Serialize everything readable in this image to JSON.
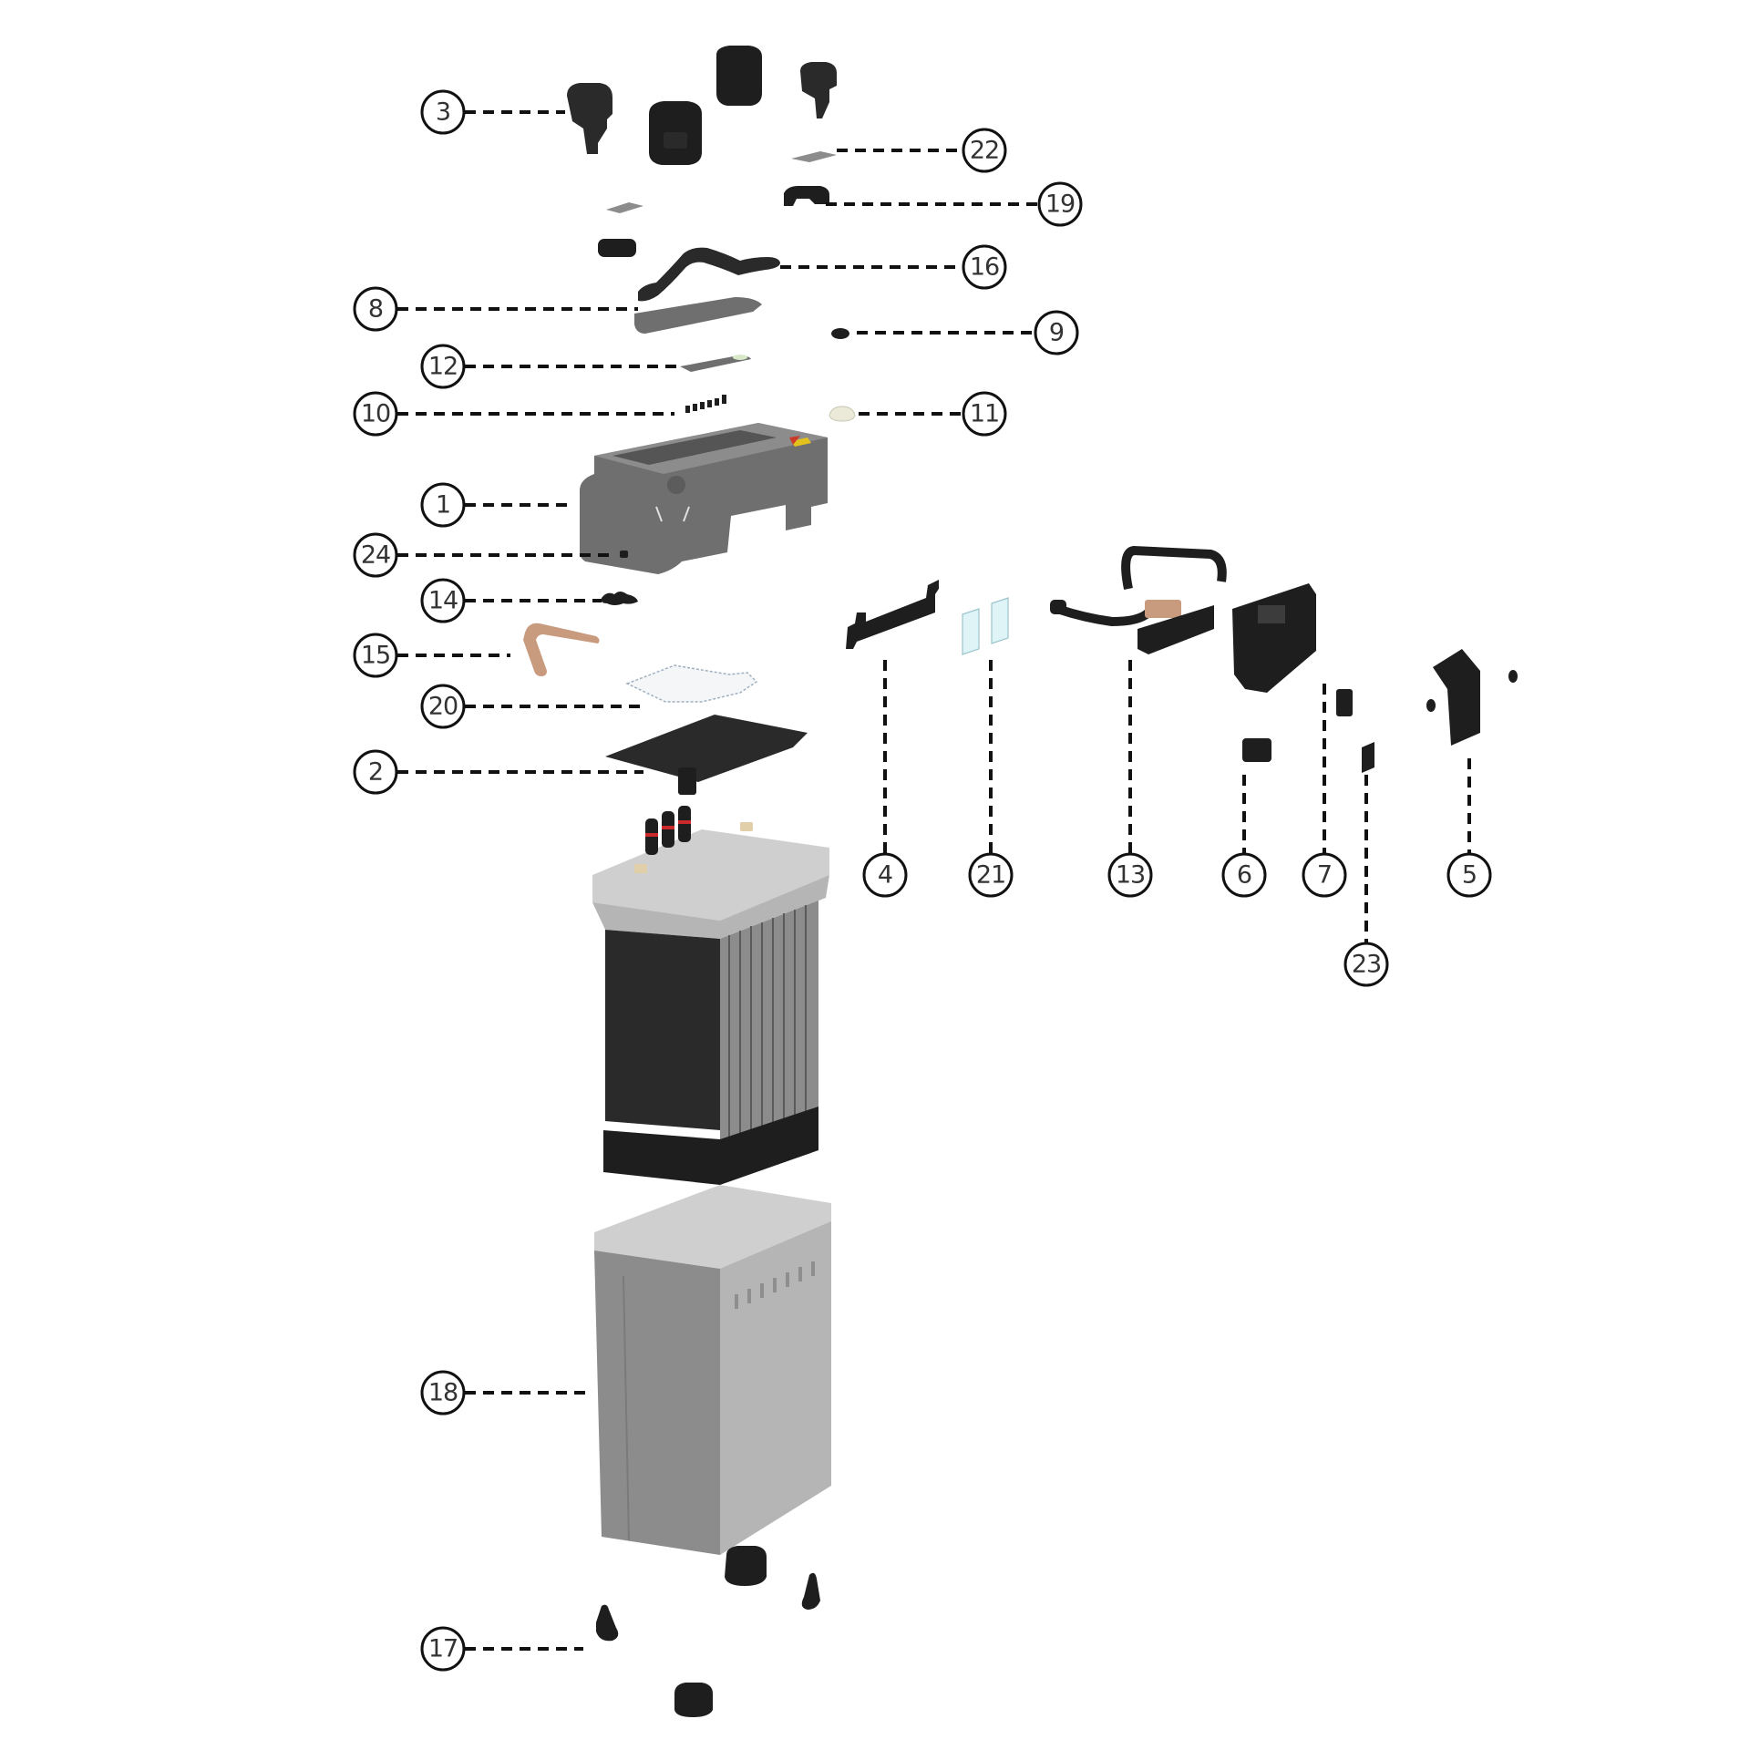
{
  "diagram": {
    "type": "exploded-view",
    "subject": "battery assembly",
    "callouts": [
      {
        "id": "1",
        "label": "1",
        "part": "top cover / lid housing"
      },
      {
        "id": "2",
        "label": "2",
        "part": "circuit board plate"
      },
      {
        "id": "3",
        "label": "3",
        "part": "top corner caps"
      },
      {
        "id": "4",
        "label": "4",
        "part": "connector bracket"
      },
      {
        "id": "5",
        "label": "5",
        "part": "terminal cover"
      },
      {
        "id": "6",
        "label": "6",
        "part": "small clip"
      },
      {
        "id": "7",
        "label": "7",
        "part": "terminal housing"
      },
      {
        "id": "8",
        "label": "8",
        "part": "handle base plate"
      },
      {
        "id": "9",
        "label": "9",
        "part": "plug / grommet"
      },
      {
        "id": "10",
        "label": "10",
        "part": "screws"
      },
      {
        "id": "11",
        "label": "11",
        "part": "light pipe cap"
      },
      {
        "id": "12",
        "label": "12",
        "part": "indicator strip"
      },
      {
        "id": "13",
        "label": "13",
        "part": "cable harness with terminal block"
      },
      {
        "id": "14",
        "label": "14",
        "part": "sensor"
      },
      {
        "id": "15",
        "label": "15",
        "part": "copper busbar"
      },
      {
        "id": "16",
        "label": "16",
        "part": "carry handle"
      },
      {
        "id": "17",
        "label": "17",
        "part": "bottom feet"
      },
      {
        "id": "18",
        "label": "18",
        "part": "outer case"
      },
      {
        "id": "19",
        "label": "19",
        "part": "handle clip"
      },
      {
        "id": "20",
        "label": "20",
        "part": "insulation sheet"
      },
      {
        "id": "21",
        "label": "21",
        "part": "transparent windows"
      },
      {
        "id": "22",
        "label": "22",
        "part": "pad"
      },
      {
        "id": "23",
        "label": "23",
        "part": "small pad"
      },
      {
        "id": "24",
        "label": "24",
        "part": "nut"
      }
    ]
  }
}
